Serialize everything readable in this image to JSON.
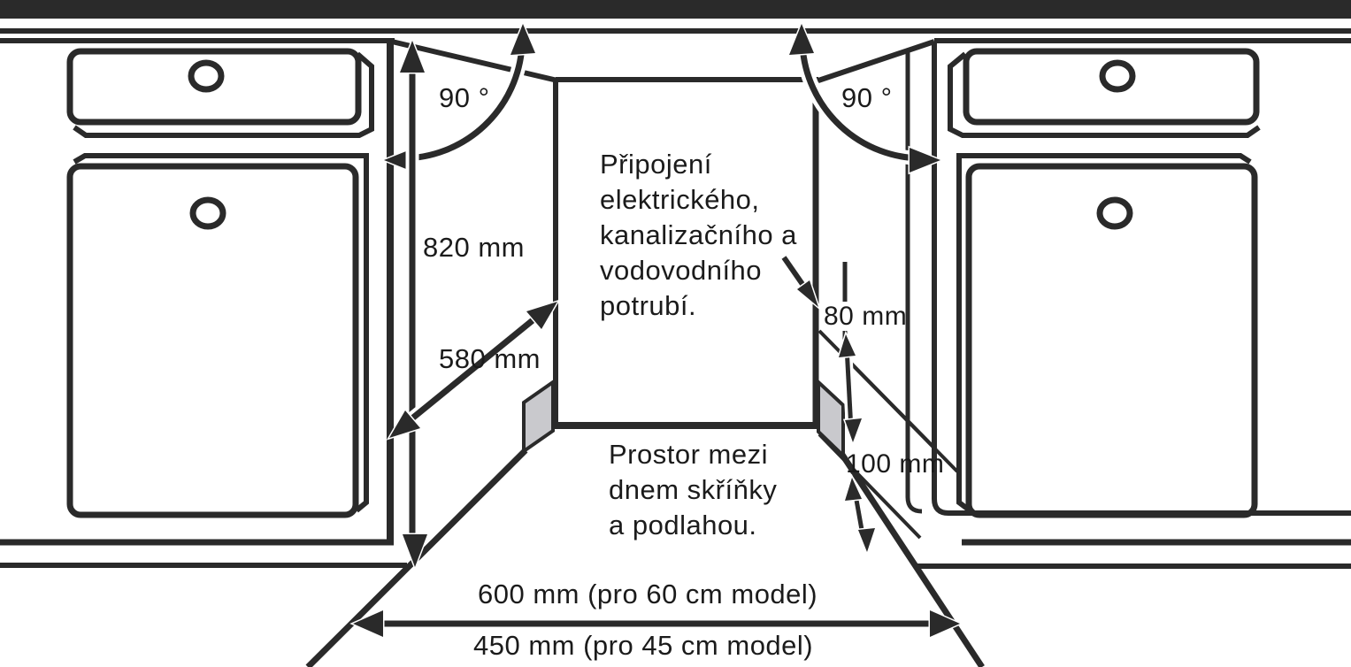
{
  "diagram": {
    "labels": {
      "angle_left": "90 °",
      "angle_right": "90 °",
      "niche_height": "820 mm",
      "niche_depth": "580 mm",
      "pipe_clearance": "80 mm",
      "floor_clearance": "100 mm",
      "niche_width_60": "600 mm (pro 60 cm model)",
      "niche_width_45": "450 mm (pro 45 cm model)"
    },
    "notes": {
      "connection": [
        "Připojení",
        "elektrického,",
        "kanalizačního a",
        "vodovodního",
        "potrubí."
      ],
      "floor": [
        "Prostor mezi",
        "dnem skříňky",
        "a podlahou."
      ]
    },
    "colors": {
      "line": "#2a2a2a",
      "panel_fill": "#c9c9cd",
      "background": "#ffffff"
    }
  }
}
